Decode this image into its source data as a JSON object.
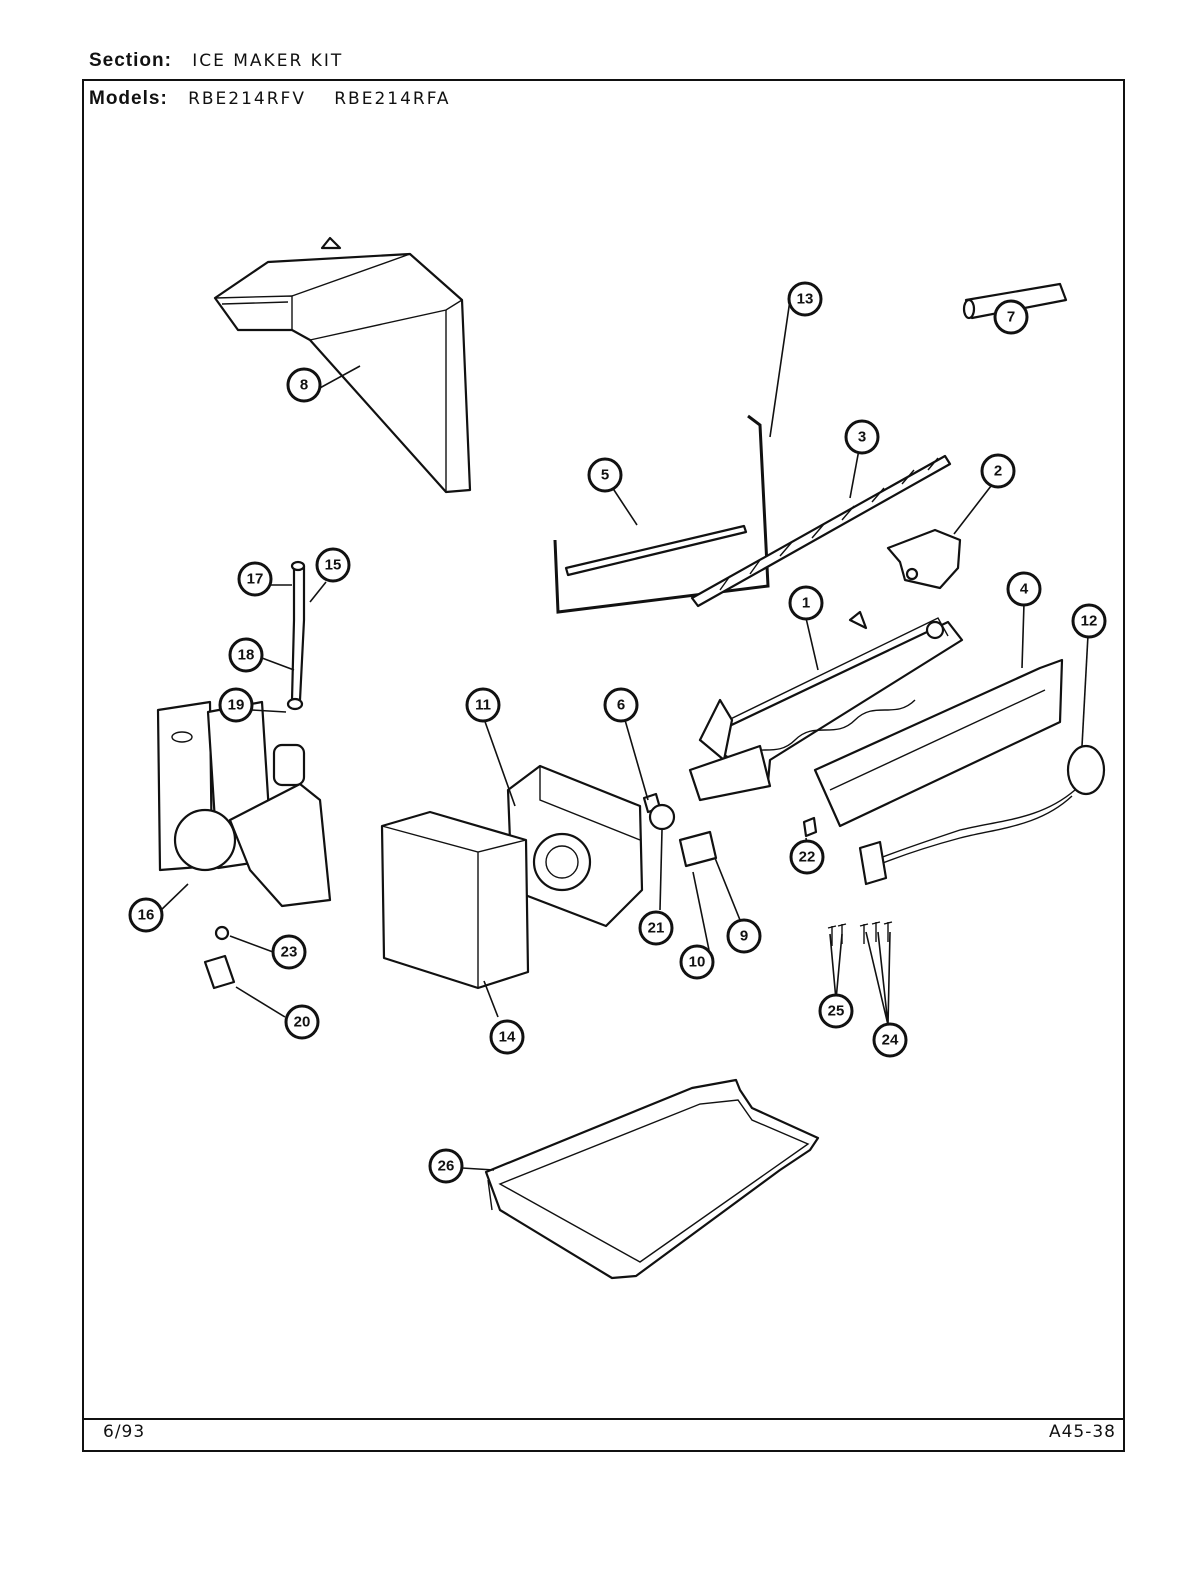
{
  "header": {
    "section_label": "Section:",
    "section_value": "ICE MAKER KIT",
    "models_label": "Models:",
    "models": [
      "RBE214RFV",
      "RBE214RFA"
    ]
  },
  "footer": {
    "date": "6/93",
    "page_code": "A45-38"
  },
  "callouts": [
    "1",
    "2",
    "3",
    "4",
    "5",
    "6",
    "7",
    "8",
    "9",
    "10",
    "11",
    "12",
    "13",
    "14",
    "15",
    "16",
    "17",
    "18",
    "19",
    "20",
    "21",
    "22",
    "23",
    "24",
    "25",
    "26"
  ]
}
